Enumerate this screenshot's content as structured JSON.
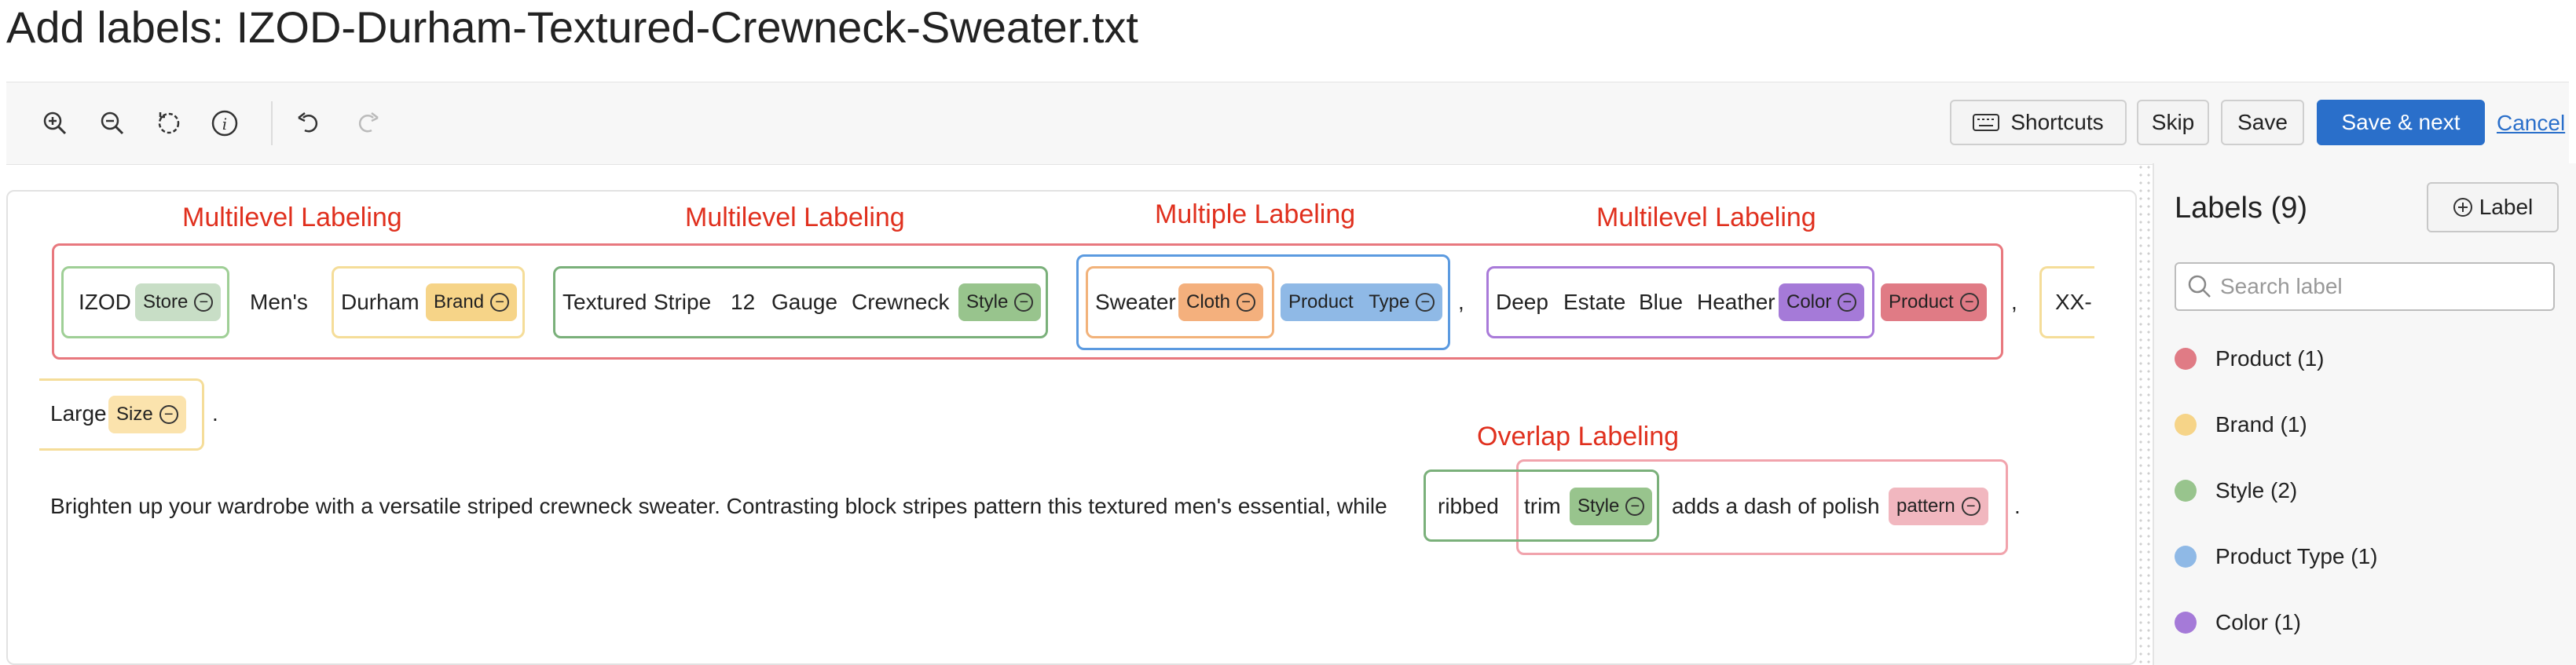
{
  "page": {
    "title": "Add labels: IZOD-Durham-Textured-Crewneck-Sweater.txt"
  },
  "toolbar": {
    "icons": [
      "zoom-in-icon",
      "zoom-out-icon",
      "reset-zoom-icon",
      "info-icon",
      "undo-icon",
      "redo-icon"
    ],
    "shortcuts_label": "Shortcuts",
    "skip_label": "Skip",
    "save_label": "Save",
    "save_next_label": "Save & next",
    "cancel_label": "Cancel"
  },
  "annotations": {
    "multilevel1": "Multilevel Labeling",
    "multilevel2": "Multilevel Labeling",
    "multiple": "Multiple Labeling",
    "multilevel3": "Multilevel Labeling",
    "overlap": "Overlap Labeling"
  },
  "tokens": {
    "izod": "IZOD",
    "mens": "Men's",
    "durham": "Durham",
    "textured": "Textured",
    "stripe": "Stripe",
    "n12": "12",
    "gauge": "Gauge",
    "crewneck": "Crewneck",
    "sweater": "Sweater",
    "comma1": ",",
    "deep": "Deep",
    "estate": "Estate",
    "blue": "Blue",
    "heather": "Heather",
    "comma2": ",",
    "xx": "XX-",
    "large": "Large",
    "period1": ".",
    "sentence": "Brighten up your wardrobe with a versatile striped crewneck sweater. Contrasting block stripes pattern this textured men's essential, while",
    "ribbed": "ribbed",
    "trim": "trim",
    "adds": "adds a dash of polish",
    "period2": "."
  },
  "chips": {
    "store": "Store",
    "brand": "Brand",
    "style1": "Style",
    "cloth": "Cloth",
    "ptype": "Product   Type",
    "color": "Color",
    "product": "Product",
    "size": "Size",
    "style2": "Style",
    "pattern": "pattern",
    "remove_glyph": "−"
  },
  "sidebar": {
    "title": "Labels (9)",
    "add_label": "Label",
    "search_placeholder": "Search label",
    "items": [
      {
        "label": "Product (1)",
        "color": "#e07b85"
      },
      {
        "label": "Brand (1)",
        "color": "#f6d488"
      },
      {
        "label": "Style (2)",
        "color": "#98c48d"
      },
      {
        "label": "Product Type (1)",
        "color": "#8fb9e6"
      },
      {
        "label": "Color (1)",
        "color": "#a57ad8"
      }
    ]
  }
}
